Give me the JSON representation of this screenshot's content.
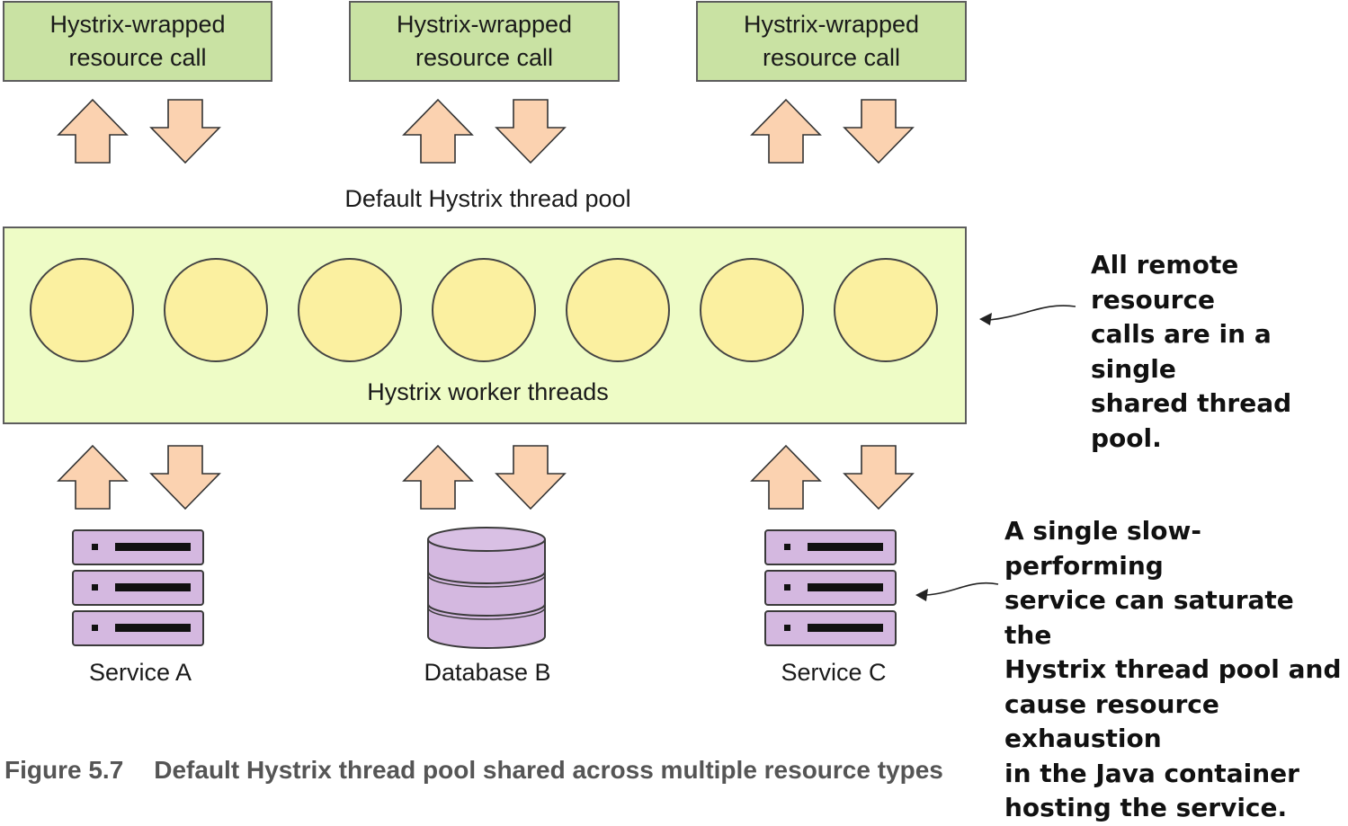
{
  "top_calls": [
    {
      "label": "Hystrix-wrapped\nresource call"
    },
    {
      "label": "Hystrix-wrapped\nresource call"
    },
    {
      "label": "Hystrix-wrapped\nresource call"
    }
  ],
  "pool_title": "Default Hystrix thread pool",
  "pool_label": "Hystrix worker threads",
  "thread_count": 7,
  "resources": [
    {
      "label": "Service A",
      "icon": "server-stack-icon"
    },
    {
      "label": "Database B",
      "icon": "database-icon"
    },
    {
      "label": "Service C",
      "icon": "server-stack-icon"
    }
  ],
  "annotations": {
    "shared_pool": "All remote resource\ncalls are in a single\nshared thread pool.",
    "slow_service": "A single slow-performing\nservice can saturate the\nHystrix thread pool and\ncause resource exhaustion\nin the Java container\nhosting the service."
  },
  "caption": {
    "number": "Figure 5.7",
    "text": "Default Hystrix thread pool shared across multiple resource types"
  },
  "colors": {
    "call_box": "#c9e2a3",
    "pool": "#eefcc6",
    "thread": "#fbf0a0",
    "arrow": "#fbd2b0",
    "resource": "#d4b8e0"
  }
}
